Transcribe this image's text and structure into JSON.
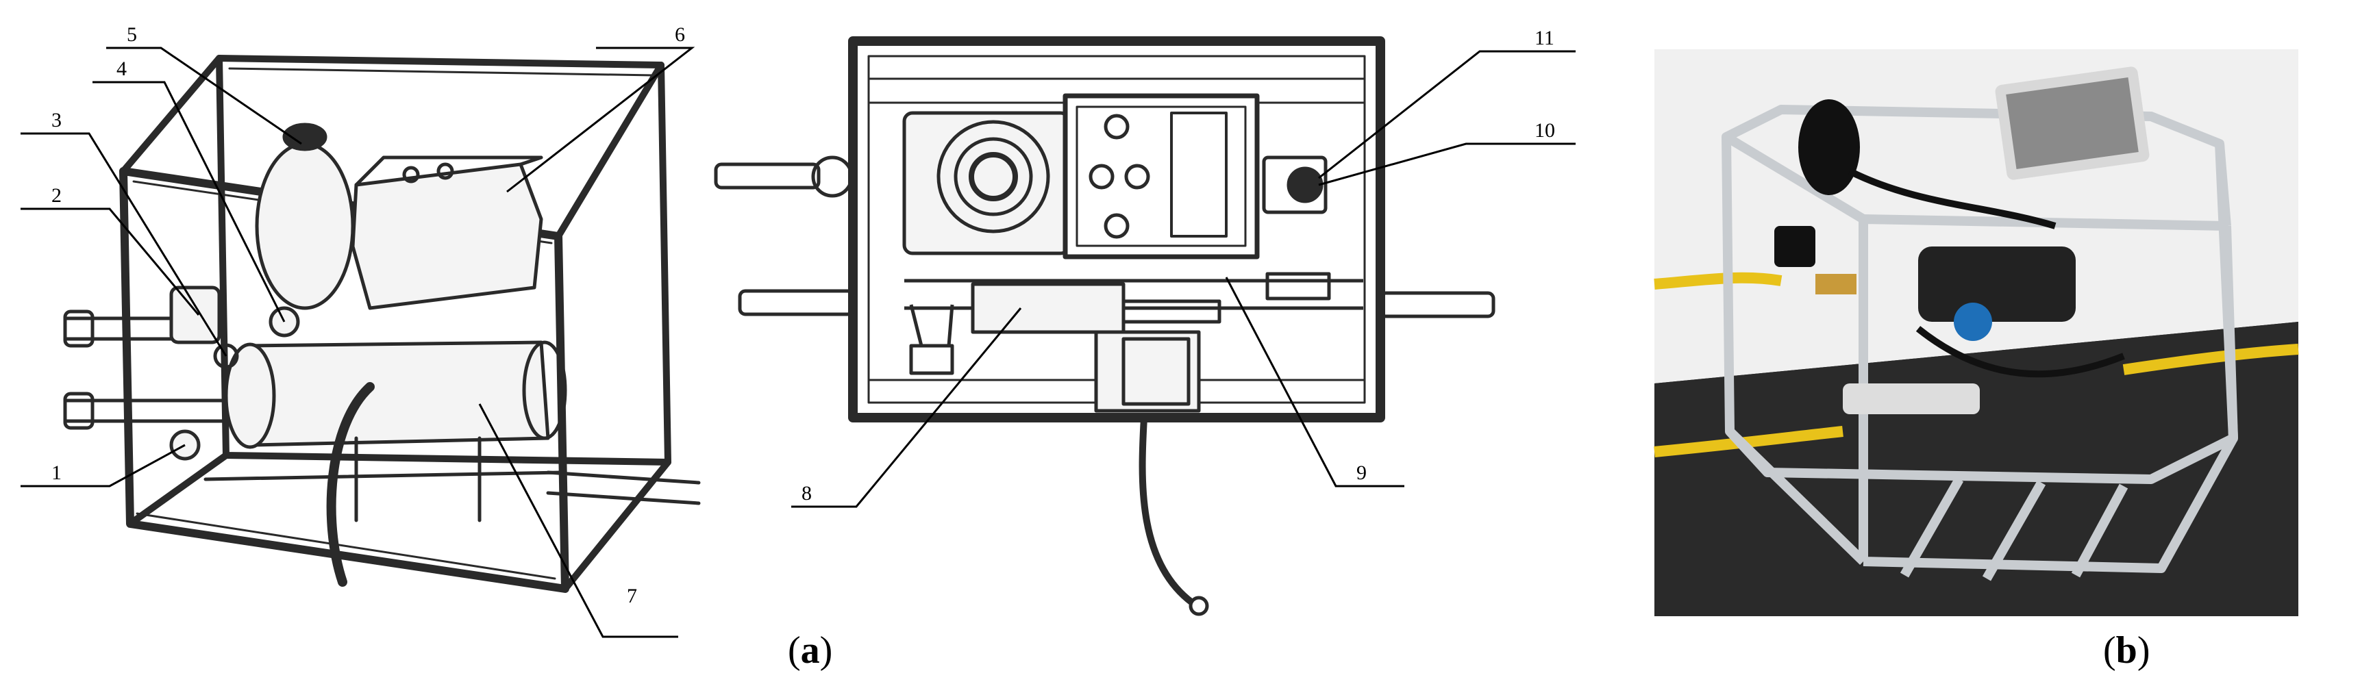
{
  "callouts": {
    "n1": "1",
    "n2": "2",
    "n3": "3",
    "n4": "4",
    "n5": "5",
    "n6": "6",
    "n7": "7",
    "n8": "8",
    "n9": "9",
    "n10": "10",
    "n11": "11"
  },
  "captions": {
    "a_open": "(",
    "a_letter": "a",
    "a_close": ")",
    "b_open": "(",
    "b_letter": "b",
    "b_close": ")"
  },
  "colors": {
    "line": "#2a2a2a",
    "frame_fill": "#f4f4f4",
    "photo_background": "#1a1a1a",
    "photo_floor": "#2a2a2a",
    "hose": "#e8c21a",
    "aluminium": "#c8ccd0"
  }
}
